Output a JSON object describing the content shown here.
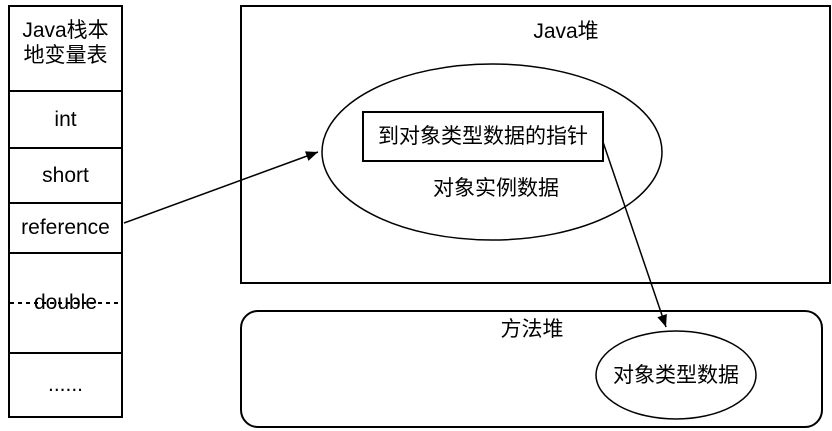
{
  "stack_table": {
    "header": {
      "line1": "Java栈本",
      "line2": "地变量表"
    },
    "rows": [
      {
        "label": "int"
      },
      {
        "label": "short"
      },
      {
        "label": "reference"
      },
      {
        "label": "double"
      },
      {
        "label": "......"
      }
    ]
  },
  "heap": {
    "title": "Java堆",
    "pointer_box_label": "到对象类型数据的指针",
    "instance_data_label": "对象实例数据"
  },
  "method_area": {
    "title": "方法堆",
    "type_data_label": "对象类型数据"
  },
  "colors": {
    "stroke": "#000000",
    "background": "#ffffff"
  }
}
